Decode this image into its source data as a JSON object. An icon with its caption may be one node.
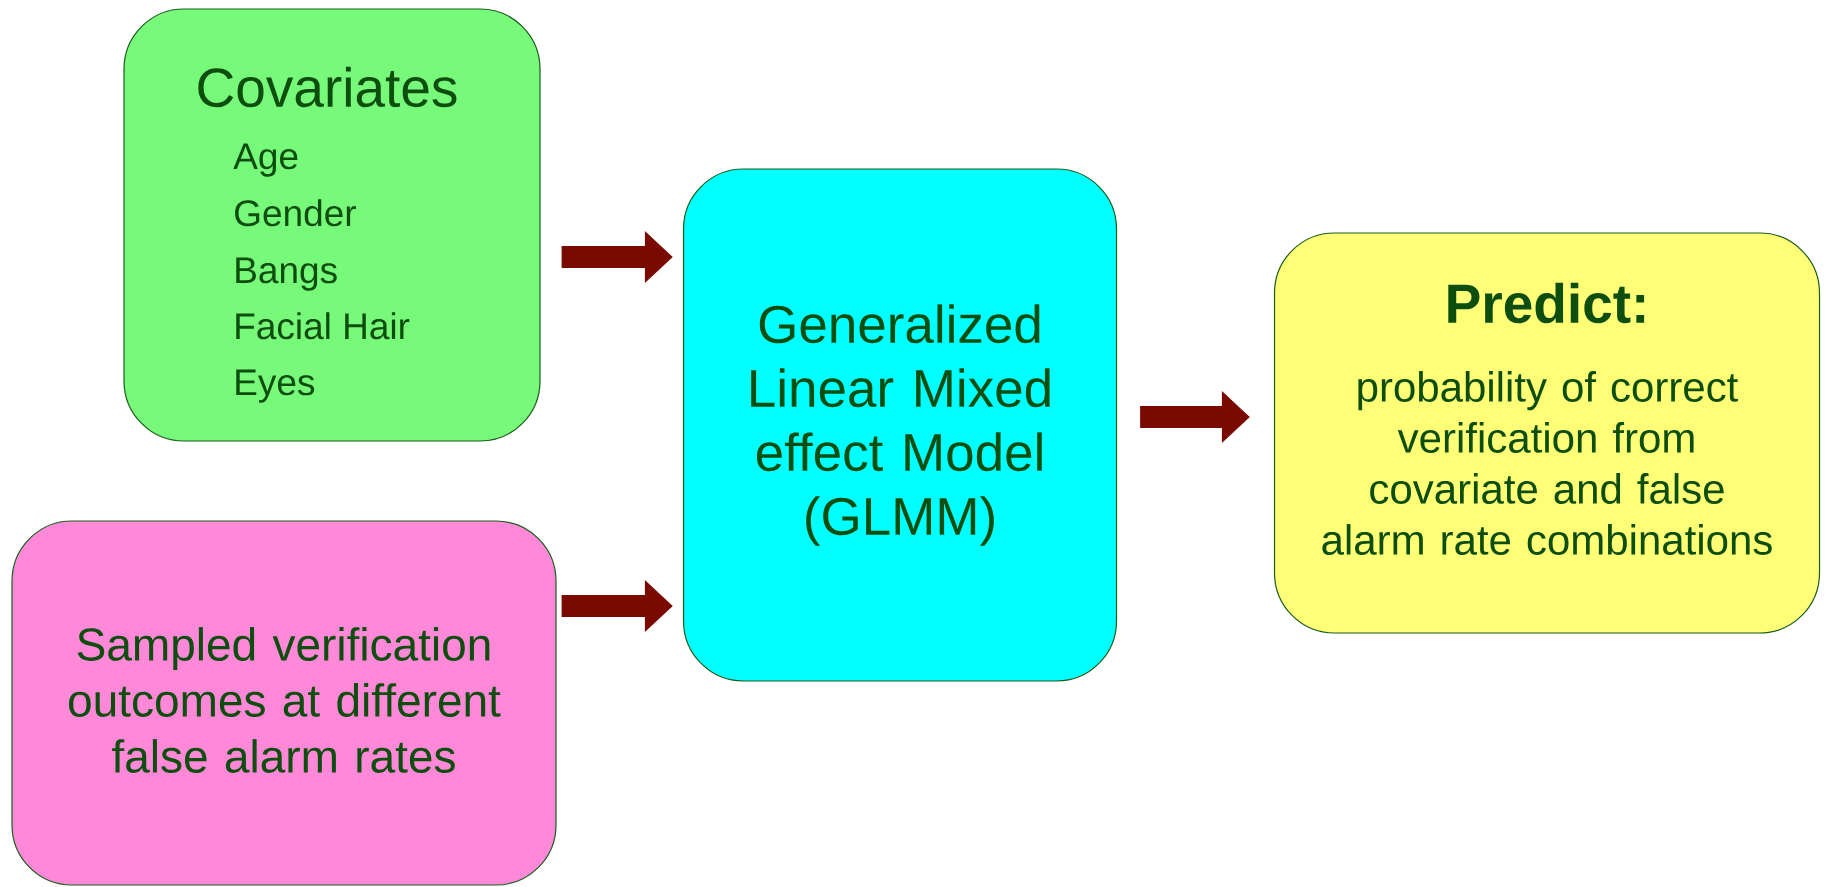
{
  "diagram": {
    "nodes": [
      {
        "text": [
          "Covariates",
          "Age",
          "Gender",
          "Bangs",
          "Facial Hair",
          "Eyes"
        ]
      },
      {
        "text": [
          "Sampled verification outcomes at different false alarm rates"
        ]
      },
      {
        "text": [
          "Generalized Linear Mixed effect Model (GLMM)"
        ]
      },
      {
        "text": [
          "Predict:",
          "probability of correct verification from covariate and false alarm rate combinations"
        ]
      }
    ],
    "edges": [
      {
        "from": 0,
        "to": 2,
        "arrow": "to"
      },
      {
        "from": 1,
        "to": 2,
        "arrow": "to"
      },
      {
        "from": 2,
        "to": 3,
        "arrow": "to"
      }
    ]
  }
}
